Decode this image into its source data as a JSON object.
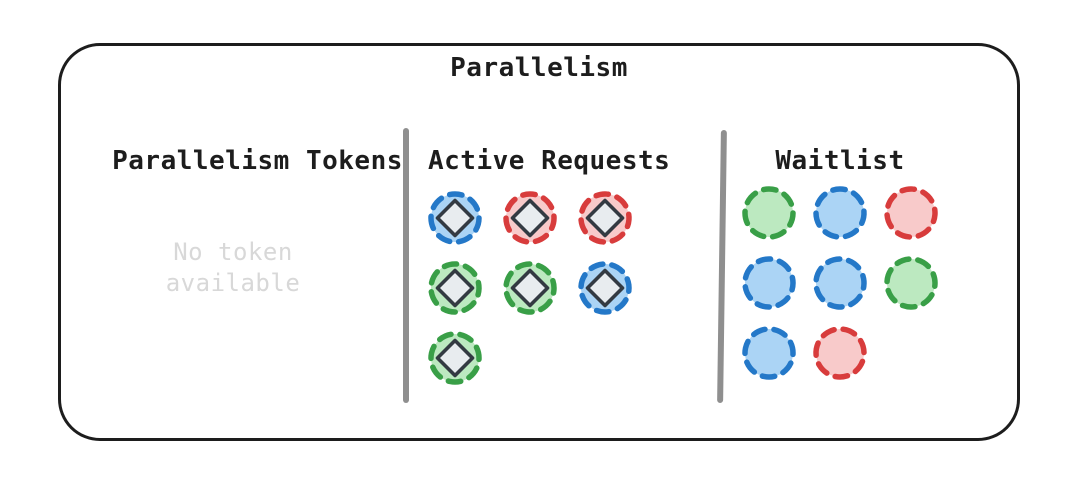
{
  "title": "Parallelism",
  "colors": {
    "blue": {
      "stroke": "#2478c8",
      "fill": "#abd4f5"
    },
    "green": {
      "stroke": "#399f47",
      "fill": "#bce9c0"
    },
    "red": {
      "stroke": "#d83c3c",
      "fill": "#f8caca"
    },
    "diamond_fill": "#e8ecef",
    "diamond_stroke": "#333a42",
    "divider": "#8f8f8f",
    "frame_border": "#1d1d1d",
    "muted_text": "#d8d8d8"
  },
  "sections": {
    "tokens": {
      "header": "Parallelism Tokens",
      "empty_message": {
        "line1": "No token",
        "line2": "available"
      }
    },
    "active": {
      "header": "Active Requests",
      "has_diamond": true,
      "rows": [
        [
          "blue",
          "red",
          "red"
        ],
        [
          "green",
          "green",
          "blue"
        ],
        [
          "green"
        ]
      ]
    },
    "waitlist": {
      "header": "Waitlist",
      "has_diamond": false,
      "rows": [
        [
          "green",
          "blue",
          "red"
        ],
        [
          "blue",
          "blue",
          "green"
        ],
        [
          "blue",
          "red"
        ]
      ]
    }
  }
}
